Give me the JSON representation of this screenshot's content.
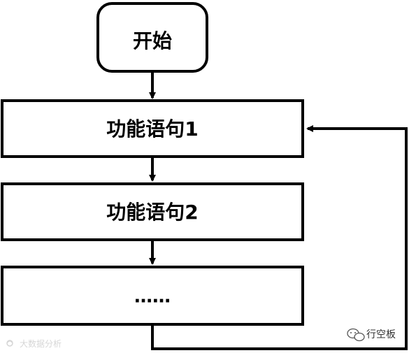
{
  "diagram": {
    "start_label": "开始",
    "steps": [
      "功能语句1",
      "功能语句2",
      "……"
    ],
    "loop_back": true
  },
  "watermarks": {
    "bottom_left": "大数据分析",
    "bottom_right": "行空板"
  },
  "icons": {
    "bottom_right_logo": "wechat-icon",
    "bottom_left_logo": "brand-logo-icon"
  },
  "colors": {
    "stroke": "#000000",
    "fill": "#ffffff",
    "watermark": "#bbbbbb"
  }
}
